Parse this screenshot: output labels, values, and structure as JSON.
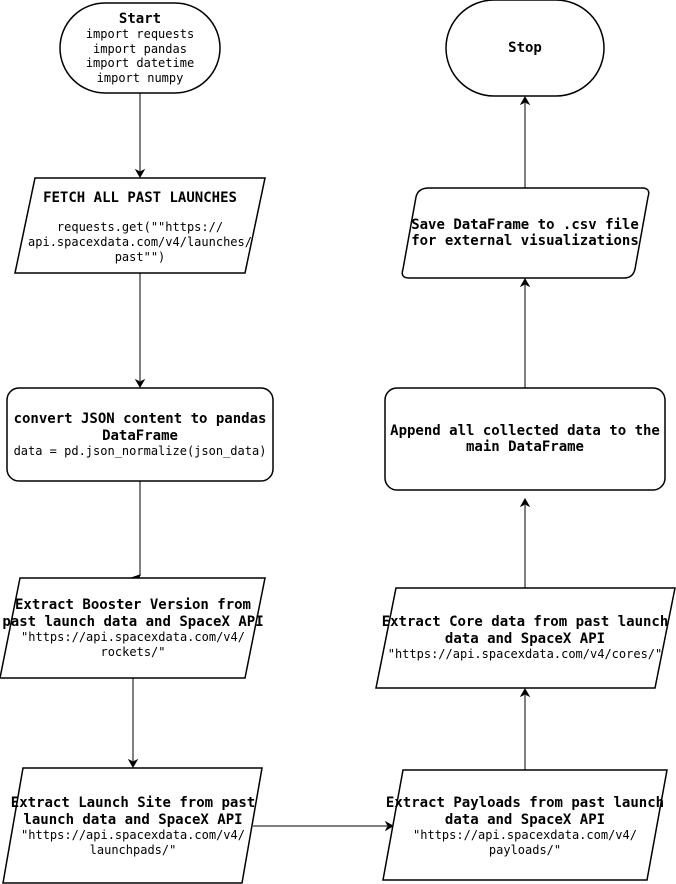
{
  "nodes": {
    "start": {
      "title": "Start",
      "lines": [
        "import requests",
        "import pandas",
        "import datetime",
        "import numpy"
      ]
    },
    "stop": {
      "title": "Stop"
    },
    "fetch": {
      "title": "FETCH ALL PAST LAUNCHES",
      "lines": [
        "requests.get(\"\"https://",
        "api.spacexdata.com/v4/launches/",
        "past\"\")"
      ]
    },
    "convert": {
      "title_lines": [
        "convert JSON content to pandas",
        "DataFrame"
      ],
      "lines": [
        "data = pd.json_normalize(json_data)"
      ]
    },
    "booster": {
      "title_lines": [
        "Extract Booster Version from",
        "past launch data and SpaceX API"
      ],
      "lines": [
        "\"https://api.spacexdata.com/v4/",
        "rockets/\""
      ]
    },
    "launchsite": {
      "title_lines": [
        "Extract Launch Site from past",
        "launch data and SpaceX API"
      ],
      "lines": [
        "\"https://api.spacexdata.com/v4/",
        "launchpads/\""
      ]
    },
    "payloads": {
      "title_lines": [
        "Extract Payloads from past launch",
        "data and SpaceX API"
      ],
      "lines": [
        "\"https://api.spacexdata.com/v4/",
        "payloads/\""
      ]
    },
    "core": {
      "title_lines": [
        "Extract Core data from past launch",
        "data and SpaceX API"
      ],
      "lines": [
        "\"https://api.spacexdata.com/v4/cores/\""
      ]
    },
    "append": {
      "title_lines": [
        "Append all collected data to the",
        "main DataFrame"
      ]
    },
    "save": {
      "title_lines": [
        "Save DataFrame to .csv file",
        "for external visualizations"
      ]
    }
  },
  "edges": [
    {
      "from": "start",
      "to": "fetch"
    },
    {
      "from": "fetch",
      "to": "convert"
    },
    {
      "from": "convert",
      "to": "booster"
    },
    {
      "from": "booster",
      "to": "launchsite"
    },
    {
      "from": "launchsite",
      "to": "payloads"
    },
    {
      "from": "payloads",
      "to": "core"
    },
    {
      "from": "core",
      "to": "append"
    },
    {
      "from": "append",
      "to": "save"
    },
    {
      "from": "save",
      "to": "stop"
    }
  ]
}
